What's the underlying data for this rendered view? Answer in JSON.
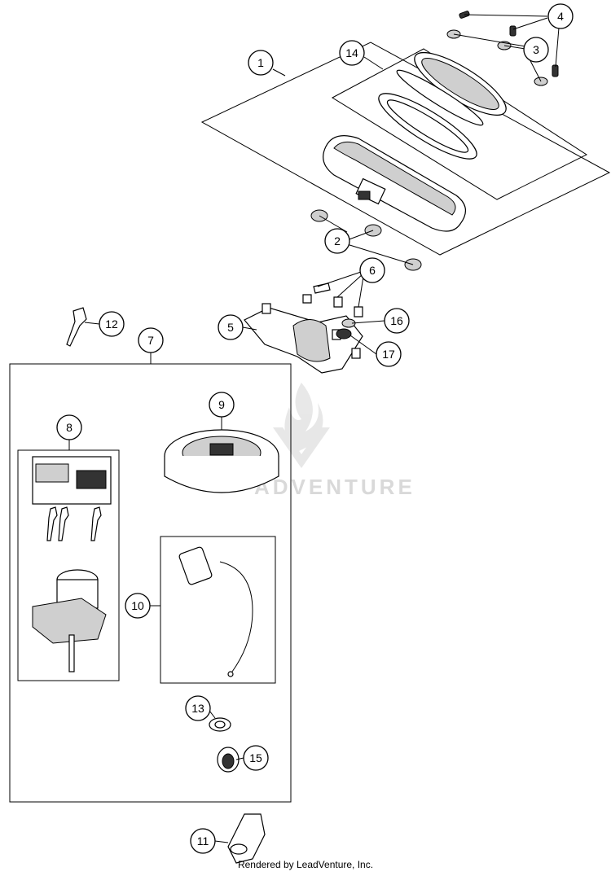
{
  "callouts": {
    "c1": "1",
    "c2": "2",
    "c3": "3",
    "c4": "4",
    "c5": "5",
    "c6": "6",
    "c7": "7",
    "c8": "8",
    "c9": "9",
    "c10": "10",
    "c11": "11",
    "c12": "12",
    "c13": "13",
    "c14": "14",
    "c15": "15",
    "c16": "16",
    "c17": "17"
  },
  "watermark": {
    "text": "ADVENTURE"
  },
  "footer": {
    "credit": "Rendered by LeadVenture, Inc."
  },
  "colors": {
    "line": "#000000",
    "watermark": "#d9d9d9",
    "background": "#ffffff"
  }
}
